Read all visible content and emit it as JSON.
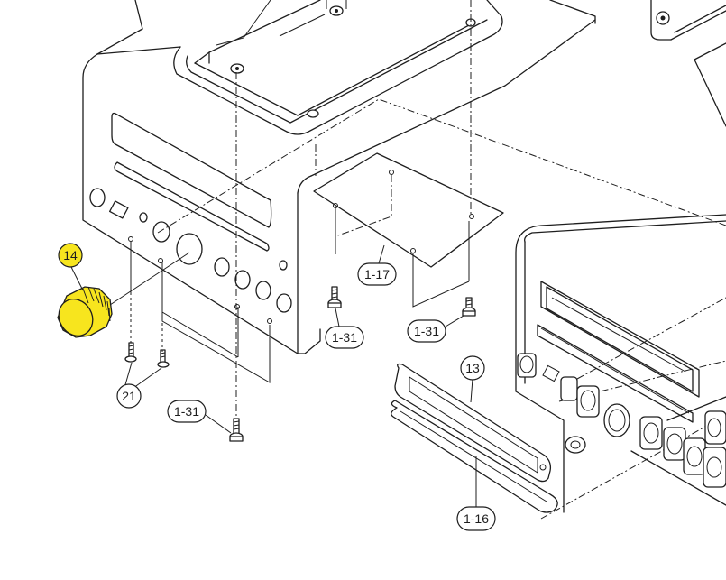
{
  "colors": {
    "line": "#1e1e1e",
    "highlight": "#f7e51e",
    "background": "#ffffff"
  },
  "callouts": {
    "knob": "14",
    "screw_front_left": "21",
    "screw_bottom": "1-31",
    "bracket_plate": "1-17",
    "screw_plate_left": "1-31",
    "screw_plate_right": "1-31",
    "window_panel": "13",
    "light_guide": "1-16"
  }
}
